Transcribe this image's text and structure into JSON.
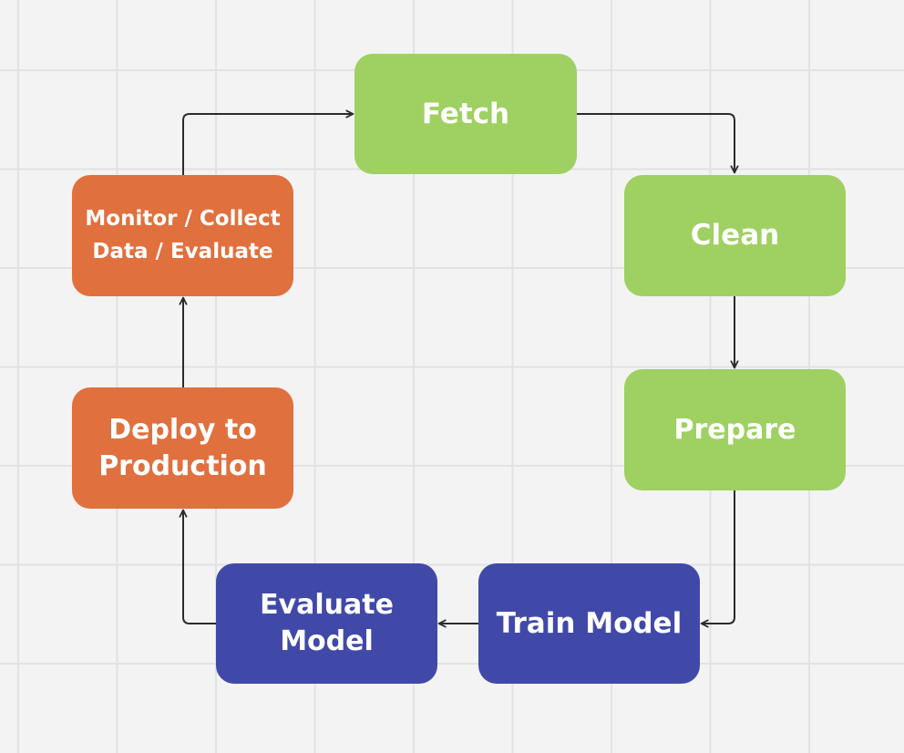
{
  "colors": {
    "data_stage": "#9fd062",
    "model_stage": "#4149a8",
    "ops_stage": "#e0703e",
    "connector": "#2b2b2b"
  },
  "nodes": {
    "fetch": "Fetch",
    "clean": "Clean",
    "prepare": "Prepare",
    "train_model": "Train Model",
    "evaluate_model": "Evaluate Model",
    "deploy": "Deploy to Production",
    "monitor": "Monitor / Collect Data / Evaluate"
  },
  "edges": [
    {
      "from": "fetch",
      "to": "clean"
    },
    {
      "from": "clean",
      "to": "prepare"
    },
    {
      "from": "prepare",
      "to": "train_model"
    },
    {
      "from": "train_model",
      "to": "evaluate_model"
    },
    {
      "from": "evaluate_model",
      "to": "deploy"
    },
    {
      "from": "deploy",
      "to": "monitor"
    },
    {
      "from": "monitor",
      "to": "fetch"
    }
  ]
}
